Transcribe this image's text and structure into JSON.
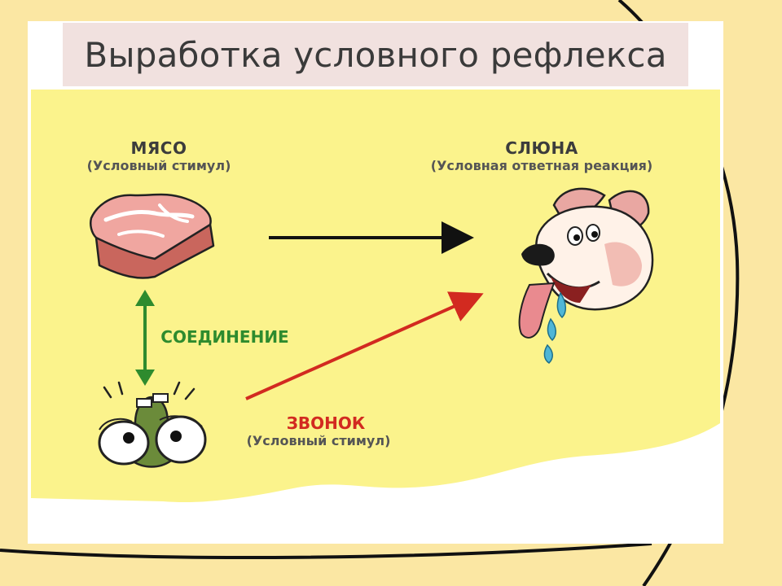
{
  "slide": {
    "title": "Выработка условного рефлекса"
  },
  "diagram": {
    "meat": {
      "label": "МЯСО",
      "sublabel": "(Условный стимул)",
      "icon": "meat-steak-icon"
    },
    "saliva": {
      "label": "СЛЮНА",
      "sublabel": "(Условная ответная реакция)",
      "icon": "drooling-dog-icon"
    },
    "connection": {
      "label": "СОЕДИНЕНИЕ"
    },
    "bell": {
      "label": "ЗВОНОК",
      "sublabel": "(Условный стимул)",
      "icon": "ringing-bell-eyes-icon"
    }
  },
  "colors": {
    "background": "#fbe7a3",
    "panel": "#fbf38c",
    "title_bar": "#f1e1df",
    "connection_arrow": "#2e8b2e",
    "bell_arrow": "#d22a20",
    "meat_arrow": "#111111"
  }
}
